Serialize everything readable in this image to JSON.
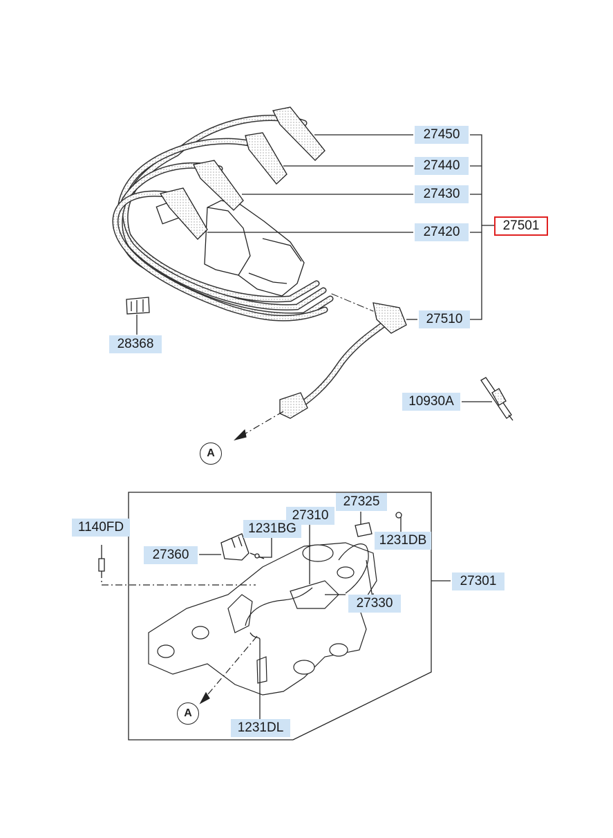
{
  "callouts": {
    "p27450": "27450",
    "p27440": "27440",
    "p27430": "27430",
    "p27420": "27420",
    "p27501": "27501",
    "p27510": "27510",
    "p28368": "28368",
    "p10930A": "10930A",
    "p27325": "27325",
    "p27310": "27310",
    "p1140FD": "1140FD",
    "p1231BG": "1231BG",
    "p1231DB": "1231DB",
    "p27360": "27360",
    "p27301": "27301",
    "p27330": "27330",
    "p1231DL": "1231DL"
  },
  "ref_markers": {
    "top": "A",
    "bottom": "A"
  },
  "highlight": {
    "part": "27501",
    "color": "#e02020"
  },
  "label_color": "#cfe3f5"
}
